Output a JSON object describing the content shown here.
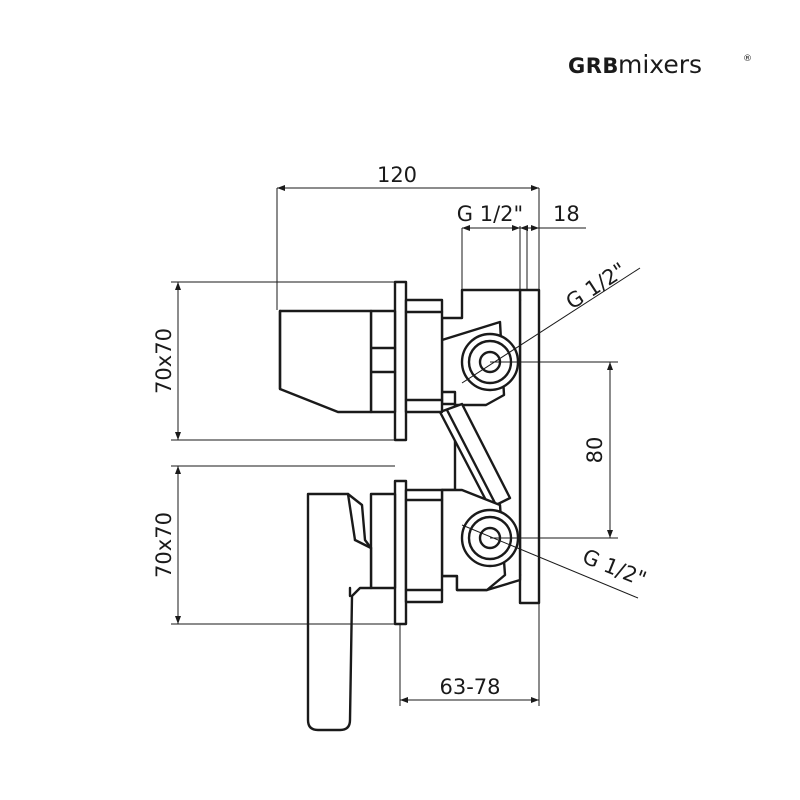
{
  "logo": {
    "brand": "GRB",
    "name": "mixers",
    "mark": "®"
  },
  "dimensions": {
    "overall_width": "120",
    "inlet_top": "G 1/2\"",
    "plate_thickness": "18",
    "port_upper": "G 1/2\"",
    "port_lower": "G 1/2\"",
    "port_spacing": "80",
    "upper_plate_size": "70x70",
    "lower_plate_size": "70x70",
    "installation_depth": "63-78"
  }
}
